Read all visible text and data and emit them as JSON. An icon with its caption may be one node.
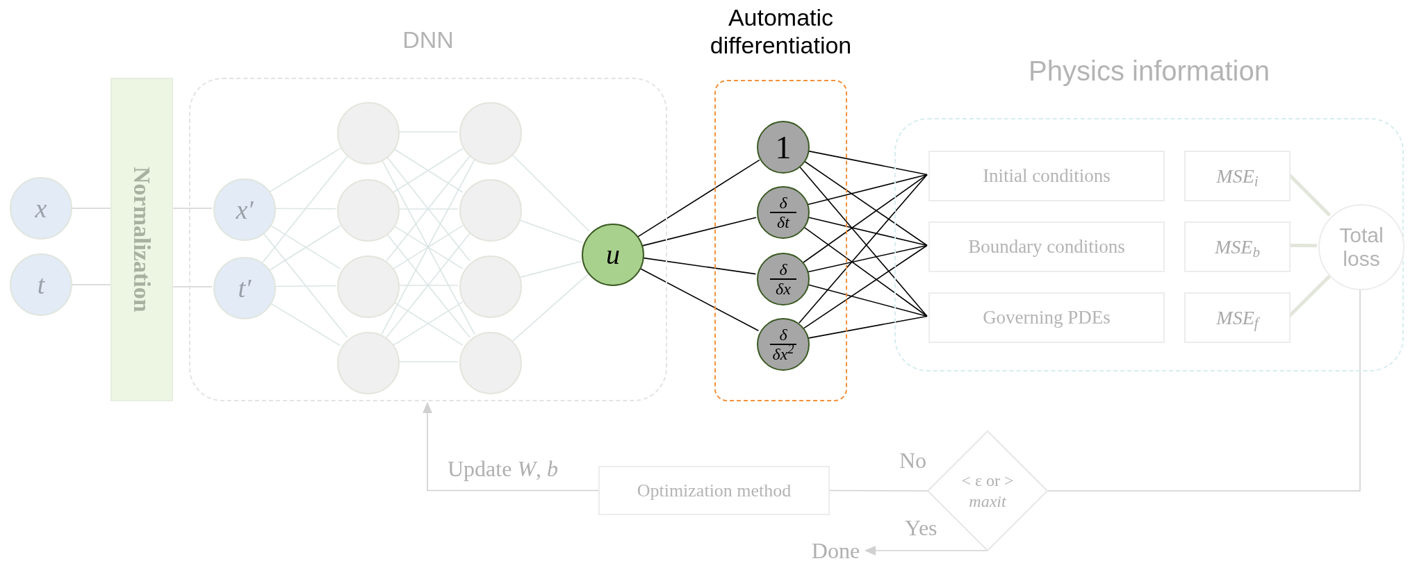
{
  "diagram": {
    "nodes": [
      {
        "text": [
          "x"
        ]
      },
      {
        "text": [
          "t"
        ]
      },
      {
        "text": [
          "Normalization"
        ]
      },
      {
        "text": [
          "DNN"
        ]
      },
      {
        "text": [
          "x′"
        ],
        "in": 3
      },
      {
        "text": [
          "t′"
        ],
        "in": 3
      },
      {
        "text": [],
        "shape": "circle",
        "in": 3
      },
      {
        "text": [],
        "shape": "circle",
        "in": 3
      },
      {
        "text": [],
        "shape": "circle",
        "in": 3
      },
      {
        "text": [],
        "shape": "circle",
        "in": 3
      },
      {
        "text": [],
        "shape": "circle",
        "in": 3
      },
      {
        "text": [],
        "shape": "circle",
        "in": 3
      },
      {
        "text": [],
        "shape": "circle",
        "in": 3
      },
      {
        "text": [],
        "shape": "circle",
        "in": 3
      },
      {
        "text": [
          "u"
        ],
        "in": 3
      },
      {
        "text": [
          "Automatic differentiation"
        ]
      },
      {
        "text": [
          "1"
        ],
        "in": 15
      },
      {
        "text": [
          "δ",
          "δt"
        ],
        "in": 15
      },
      {
        "text": [
          "δ",
          "δx"
        ],
        "in": 15
      },
      {
        "text": [
          "δ",
          "δx$^{2}$"
        ],
        "in": 15
      },
      {
        "text": [
          "Physics information"
        ]
      },
      {
        "text": [
          "Initial conditions"
        ],
        "in": 20
      },
      {
        "text": [
          "MSE$_{i}$"
        ],
        "in": 20
      },
      {
        "text": [
          "Boundary conditions"
        ],
        "in": 20
      },
      {
        "text": [
          "MSE$_{b}$"
        ],
        "in": 20
      },
      {
        "text": [
          "Governing PDEs"
        ],
        "in": 20
      },
      {
        "text": [
          "MSE$_{f}$"
        ],
        "in": 20
      },
      {
        "text": [
          "Total loss"
        ],
        "in": 20
      },
      {
        "text": [
          "Optimization method"
        ]
      },
      {
        "text": [
          "< ε or > *maxit*"
        ]
      },
      {
        "text": [
          "Done"
        ]
      }
    ],
    "edges": [
      {
        "from": 0,
        "to": 2,
        "arrow": "none",
        "color": "#d0d0d0"
      },
      {
        "from": 1,
        "to": 2,
        "arrow": "none",
        "color": "#d0d0d0"
      },
      {
        "from": 2,
        "to": 4,
        "arrow": "none",
        "color": "#d0d0d0"
      },
      {
        "from": 2,
        "to": 5,
        "arrow": "none",
        "color": "#d0d0d0"
      },
      {
        "from": 4,
        "to": 6,
        "arrow": "none"
      },
      {
        "from": 4,
        "to": 7,
        "arrow": "none"
      },
      {
        "from": 4,
        "to": 8,
        "arrow": "none"
      },
      {
        "from": 4,
        "to": 9,
        "arrow": "none"
      },
      {
        "from": 5,
        "to": 6,
        "arrow": "none"
      },
      {
        "from": 5,
        "to": 7,
        "arrow": "none"
      },
      {
        "from": 5,
        "to": 8,
        "arrow": "none"
      },
      {
        "from": 5,
        "to": 9,
        "arrow": "none"
      },
      {
        "from": 6,
        "to": 10,
        "arrow": "none"
      },
      {
        "from": 6,
        "to": 11,
        "arrow": "none"
      },
      {
        "from": 6,
        "to": 12,
        "arrow": "none"
      },
      {
        "from": 6,
        "to": 13,
        "arrow": "none"
      },
      {
        "from": 7,
        "to": 10,
        "arrow": "none"
      },
      {
        "from": 7,
        "to": 11,
        "arrow": "none"
      },
      {
        "from": 7,
        "to": 12,
        "arrow": "none"
      },
      {
        "from": 7,
        "to": 13,
        "arrow": "none"
      },
      {
        "from": 8,
        "to": 10,
        "arrow": "none"
      },
      {
        "from": 8,
        "to": 11,
        "arrow": "none"
      },
      {
        "from": 8,
        "to": 12,
        "arrow": "none"
      },
      {
        "from": 8,
        "to": 13,
        "arrow": "none"
      },
      {
        "from": 9,
        "to": 10,
        "arrow": "none"
      },
      {
        "from": 9,
        "to": 11,
        "arrow": "none"
      },
      {
        "from": 9,
        "to": 12,
        "arrow": "none"
      },
      {
        "from": 9,
        "to": 13,
        "arrow": "none"
      },
      {
        "from": 10,
        "to": 14,
        "arrow": "none"
      },
      {
        "from": 11,
        "to": 14,
        "arrow": "none"
      },
      {
        "from": 12,
        "to": 14,
        "arrow": "none"
      },
      {
        "from": 13,
        "to": 14,
        "arrow": "none"
      },
      {
        "from": 14,
        "to": 16,
        "arrow": "none",
        "color": "#000000"
      },
      {
        "from": 14,
        "to": 17,
        "arrow": "none",
        "color": "#000000"
      },
      {
        "from": 14,
        "to": 18,
        "arrow": "none",
        "color": "#000000"
      },
      {
        "from": 14,
        "to": 19,
        "arrow": "none",
        "color": "#000000"
      },
      {
        "from": 16,
        "to": 21,
        "arrow": "none",
        "color": "#000000"
      },
      {
        "from": 16,
        "to": 23,
        "arrow": "none",
        "color": "#000000"
      },
      {
        "from": 16,
        "to": 25,
        "arrow": "none",
        "color": "#000000"
      },
      {
        "from": 17,
        "to": 21,
        "arrow": "none",
        "color": "#000000"
      },
      {
        "from": 17,
        "to": 23,
        "arrow": "none",
        "color": "#000000"
      },
      {
        "from": 17,
        "to": 25,
        "arrow": "none",
        "color": "#000000"
      },
      {
        "from": 18,
        "to": 21,
        "arrow": "none",
        "color": "#000000"
      },
      {
        "from": 18,
        "to": 23,
        "arrow": "none",
        "color": "#000000"
      },
      {
        "from": 18,
        "to": 25,
        "arrow": "none",
        "color": "#000000"
      },
      {
        "from": 19,
        "to": 21,
        "arrow": "none",
        "color": "#000000"
      },
      {
        "from": 19,
        "to": 23,
        "arrow": "none",
        "color": "#000000"
      },
      {
        "from": 19,
        "to": 25,
        "arrow": "none",
        "color": "#000000"
      },
      {
        "from": 22,
        "to": 27,
        "arrow": "none",
        "style": "thick",
        "color": "#e2e6da"
      },
      {
        "from": 24,
        "to": 27,
        "arrow": "none",
        "style": "thick",
        "color": "#e2e6da"
      },
      {
        "from": 26,
        "to": 27,
        "arrow": "none",
        "style": "thick",
        "color": "#e2e6da"
      },
      {
        "from": 27,
        "to": 29,
        "arrow": "none",
        "color": "#d0d0d0"
      },
      {
        "from": 29,
        "to": 28,
        "arrow": "none",
        "label": "No",
        "color": "#d0d0d0"
      },
      {
        "from": 28,
        "to": 3,
        "arrow": "to",
        "label": "Update *W*, *b*",
        "color": "#d0d0d0"
      },
      {
        "from": 29,
        "to": 30,
        "arrow": "to",
        "label": "Yes",
        "color": "#d0d0d0"
      }
    ]
  }
}
